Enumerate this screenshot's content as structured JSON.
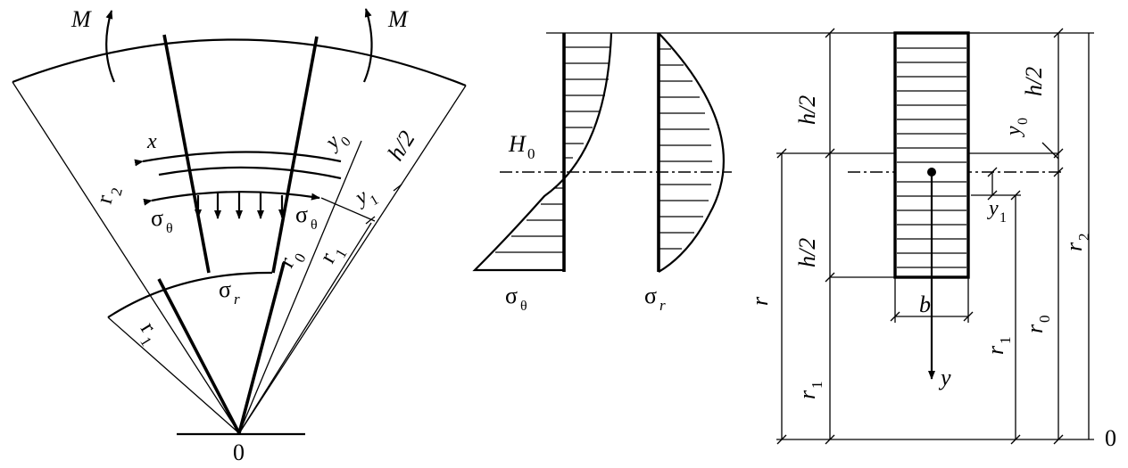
{
  "labels": {
    "moment_left": "M",
    "moment_right": "M",
    "radius_r2": "r",
    "radius_r2_sub": "2",
    "radius_r1": "r",
    "radius_r1_sub": "1",
    "radius_r0": "r",
    "radius_r0_sub": "0",
    "radius_r1_b": "r",
    "radius_r1_b_sub": "1",
    "axis_x": "x",
    "y0": "y",
    "y0_sub": "0",
    "y1": "y",
    "y1_sub": "1",
    "half_h": "h/2",
    "sigma_theta_left": "σ",
    "sigma_theta_left_sub": "θ",
    "sigma_theta_right": "σ",
    "sigma_theta_right_sub": "θ",
    "sigma_r_sector": "σ",
    "sigma_r_sector_sub": "r",
    "origin_left": "0",
    "H0": "H",
    "H0_sub": "0",
    "diagram_sigma_theta": "σ",
    "diagram_sigma_theta_sub": "θ",
    "diagram_sigma_r": "σ",
    "diagram_sigma_r_sub": "r",
    "dim_h2_top": "h/2",
    "dim_h2_bottom": "h/2",
    "dim_r": "r",
    "dim_r1_left": "r",
    "dim_r1_left_sub": "1",
    "dim_y0": "y",
    "dim_y0_sub": "0",
    "dim_h2_right": "h/2",
    "dim_y1": "y",
    "dim_y1_sub": "1",
    "dim_r2": "r",
    "dim_r2_sub": "2",
    "dim_r0": "r",
    "dim_r0_sub": "0",
    "dim_r1_right": "r",
    "dim_r1_right_sub": "1",
    "width_b": "b",
    "axis_y": "y",
    "origin_right": "0"
  }
}
